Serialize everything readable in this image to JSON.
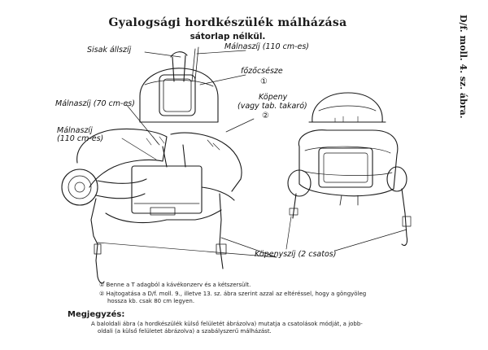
{
  "header": {
    "title": "Gyalogsági hordkészülék málházása",
    "subtitle": "sátorlap nélkül."
  },
  "side_label": "D/f. moll. 4. sz. ábra.",
  "labels": {
    "sisak_allszij": "Sisak állszíj",
    "malnaszij_110_top": "Málnaszíj (110 cm-es)",
    "fozocsesze": "főzőcsésze",
    "circle_1": "①",
    "kopeny": "Köpeny",
    "kopeny_note": "(vagy tab. takaró)",
    "circle_2": "②",
    "malnaszij_70": "Málnaszíj (70 cm-es)",
    "malnaszij_110_left_1": "Málnaszíj",
    "malnaszij_110_left_2": "(110 cm-es)",
    "kopenyszij": "Köpenyszíj (2 csatos)"
  },
  "notes": {
    "note1": "① Benne a T adagból a kávékonzerv és a kétszersült.",
    "note2_line1": "② Hajtogatása a D/f. moll. 9., illetve 13. sz. ábra szerint azzal az eltéréssel, hogy a göngyöleg",
    "note2_line2": "hossza kb. csak 80 cm legyen.",
    "remark_title": "Megjegyzés:",
    "remark_line1": "A baloldali ábra (a hordkészülék külső felületét ábrázolva) mutatja a csatolások módját, a jobb-",
    "remark_line2": "oldali (a külső felületet ábrázolva) a szabályszerű málházást."
  }
}
